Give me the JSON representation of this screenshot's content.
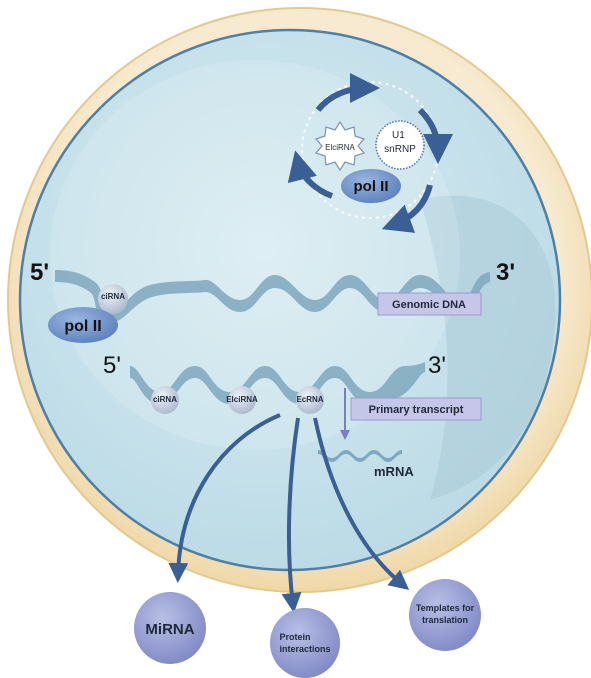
{
  "top_complex": {
    "elcirna": "ElciRNA",
    "u1_line1": "U1",
    "u1_line2": "snRNP",
    "pol": "pol II"
  },
  "genomic": {
    "five_prime": "5'",
    "three_prime": "3'",
    "cirna": "ciRNA",
    "pol": "pol II",
    "label": "Genomic DNA"
  },
  "transcript": {
    "five_prime": "5'",
    "three_prime": "3'",
    "cirna": "ciRNA",
    "elcirna": "ElciRNA",
    "ecrna": "EcRNA",
    "label": "Primary transcript",
    "mrna": "mRNA"
  },
  "outcomes": {
    "mirna": "MiRNA",
    "protein_line1": "Protein",
    "protein_line2": "interactions",
    "templates_line1": "Templates for",
    "templates_line2": "translation"
  },
  "colors": {
    "cell_outer": "#f5e6c6",
    "cell_outer_stroke": "#e2c98f",
    "nucleus_fill": "#cfe6ee",
    "nucleus_stroke": "#4f7fa6",
    "strand": "#7fa7bd",
    "arrow": "#3a5f95",
    "pol": "#6e92c9",
    "bead": "#c9d3e3",
    "label_box": "#c6c6e8",
    "outcome_circle": "#8f99cf"
  }
}
